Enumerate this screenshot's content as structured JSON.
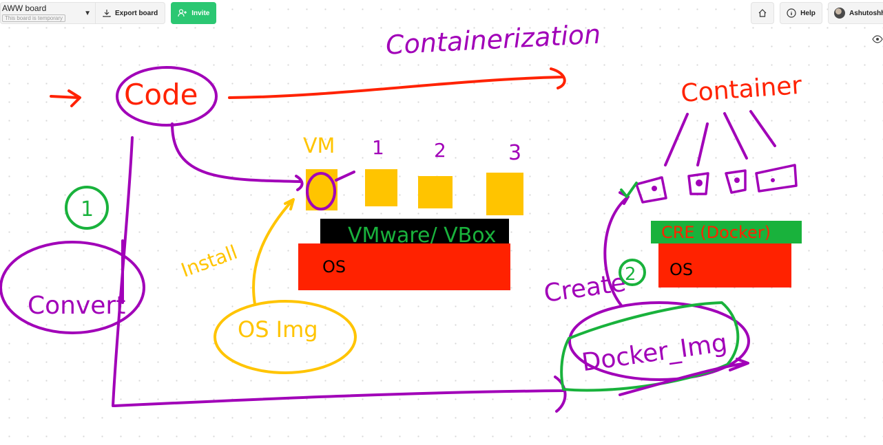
{
  "header": {
    "board_title": "AWW board",
    "board_subtitle": "This board is temporary",
    "export_label": "Export board",
    "invite_label": "Invite",
    "help_label": "Help",
    "user_name": "Ashutoshh S"
  },
  "icons": {
    "dropdown": "chevron-down-icon",
    "export": "download-icon",
    "invite": "add-user-icon",
    "home": "home-icon",
    "help": "info-icon",
    "view": "eye-icon"
  },
  "colors": {
    "ink_red": "#ff2200",
    "ink_purple": "#a100b8",
    "ink_green": "#19b23c",
    "ink_orange": "#ffc400",
    "invite_green": "#2bc772"
  },
  "board": {
    "title": "Containerization",
    "code": "Code",
    "container": "Container",
    "vm": "VM",
    "n1": "1",
    "n2": "2",
    "n3": "3",
    "hypervisor": "VMware/ VBox",
    "os_left": "OS",
    "install": "Install",
    "os_img": "OS Img",
    "convert": "Convert",
    "step1": "1",
    "cre": "CRE (Docker)",
    "os_right": "OS",
    "create": "Create",
    "step2": "2",
    "docker_img": "Docker_Img"
  }
}
